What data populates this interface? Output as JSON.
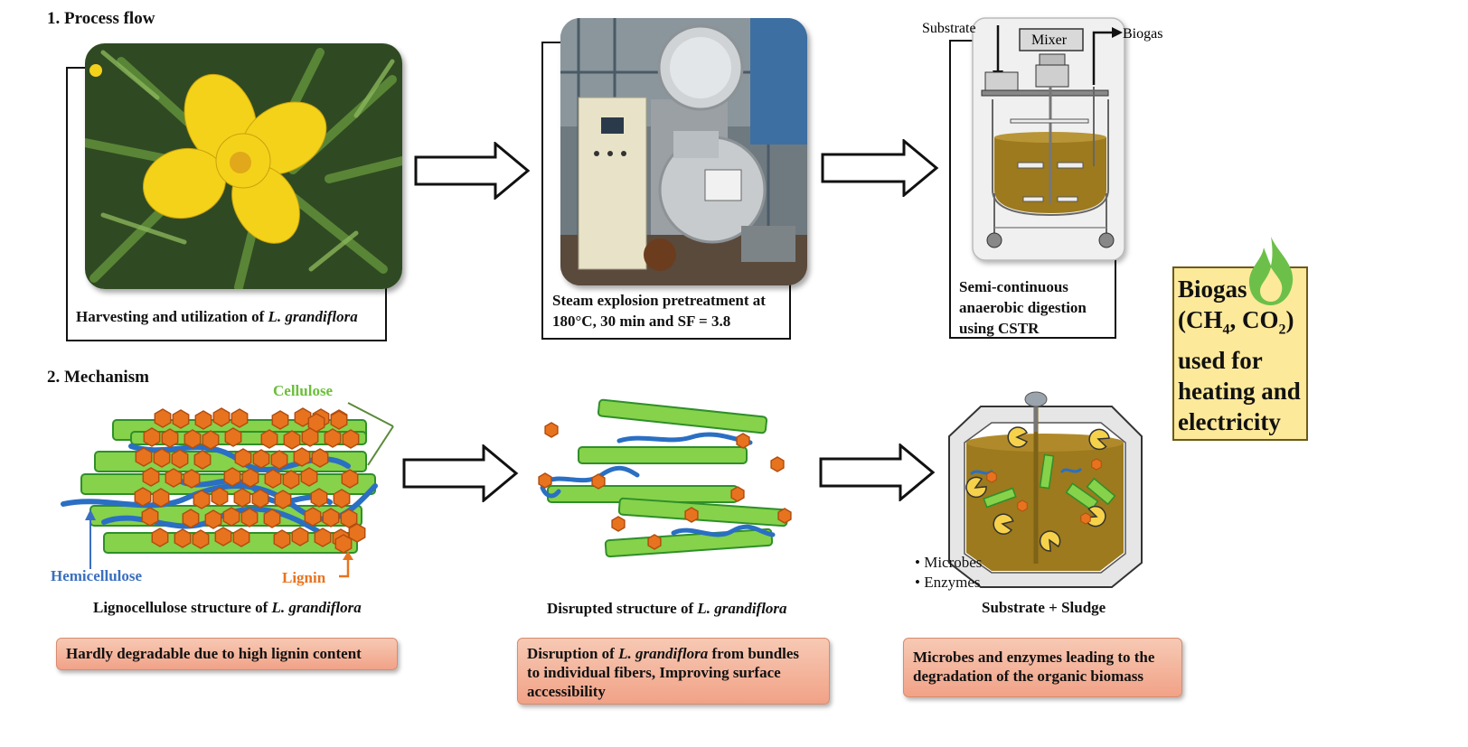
{
  "sections": {
    "process_flow": "1.   Process flow",
    "mechanism": "2.  Mechanism"
  },
  "step1": {
    "caption_prefix": "Harvesting and utilization of ",
    "caption_italic": "L. grandiflora"
  },
  "step2": {
    "caption_line1": "Steam explosion pretreatment at",
    "caption_line2": "180°C, 30 min and SF = 3.8"
  },
  "step3": {
    "caption_line1": "Semi-continuous",
    "caption_line2": "anaerobic digestion",
    "caption_line3": "using CSTR",
    "label_substrate": "Substrate",
    "label_mixer": "Mixer",
    "label_biogas": "Biogas"
  },
  "biogas_box": {
    "line1": "Biogas",
    "line2_open": "(CH",
    "line2_sub1": "4",
    "line2_mid": ", CO",
    "line2_sub2": "2",
    "line2_close": ")",
    "line3": "used for",
    "line4": "heating and",
    "line5": "electricity"
  },
  "mech1": {
    "label_cellulose": "Cellulose",
    "label_hemicellulose": "Hemicellulose",
    "label_lignin": "Lignin",
    "caption_prefix": "Lignocellulose structure of ",
    "caption_italic": "L. grandiflora",
    "box": "Hardly degradable due to high lignin content"
  },
  "mech2": {
    "caption_prefix": "Disrupted structure of ",
    "caption_italic": "L. grandiflora",
    "box_prefix": "Disruption of ",
    "box_italic": "L. grandiflora",
    "box_rest1": " from bundles",
    "box_line2": "to individual fibers, Improving surface",
    "box_line3": "accessibility"
  },
  "mech3": {
    "bullet1": "Microbes",
    "bullet2": "Enzymes",
    "caption": "Substrate + Sludge",
    "box_line1": "Microbes and enzymes leading to the",
    "box_line2": "degradation of the organic biomass"
  },
  "colors": {
    "cellulose": "#86d24a",
    "cellulose_stroke": "#2f8f2a",
    "lignin": "#e8731f",
    "hemicellulose": "#2a6fc4",
    "cellulose_label": "#6bbf3a",
    "hemicellulose_label": "#3a6fbf",
    "lignin_label": "#e8731f",
    "sludge": "#9c7a1d",
    "flame": "#6cc04a"
  }
}
